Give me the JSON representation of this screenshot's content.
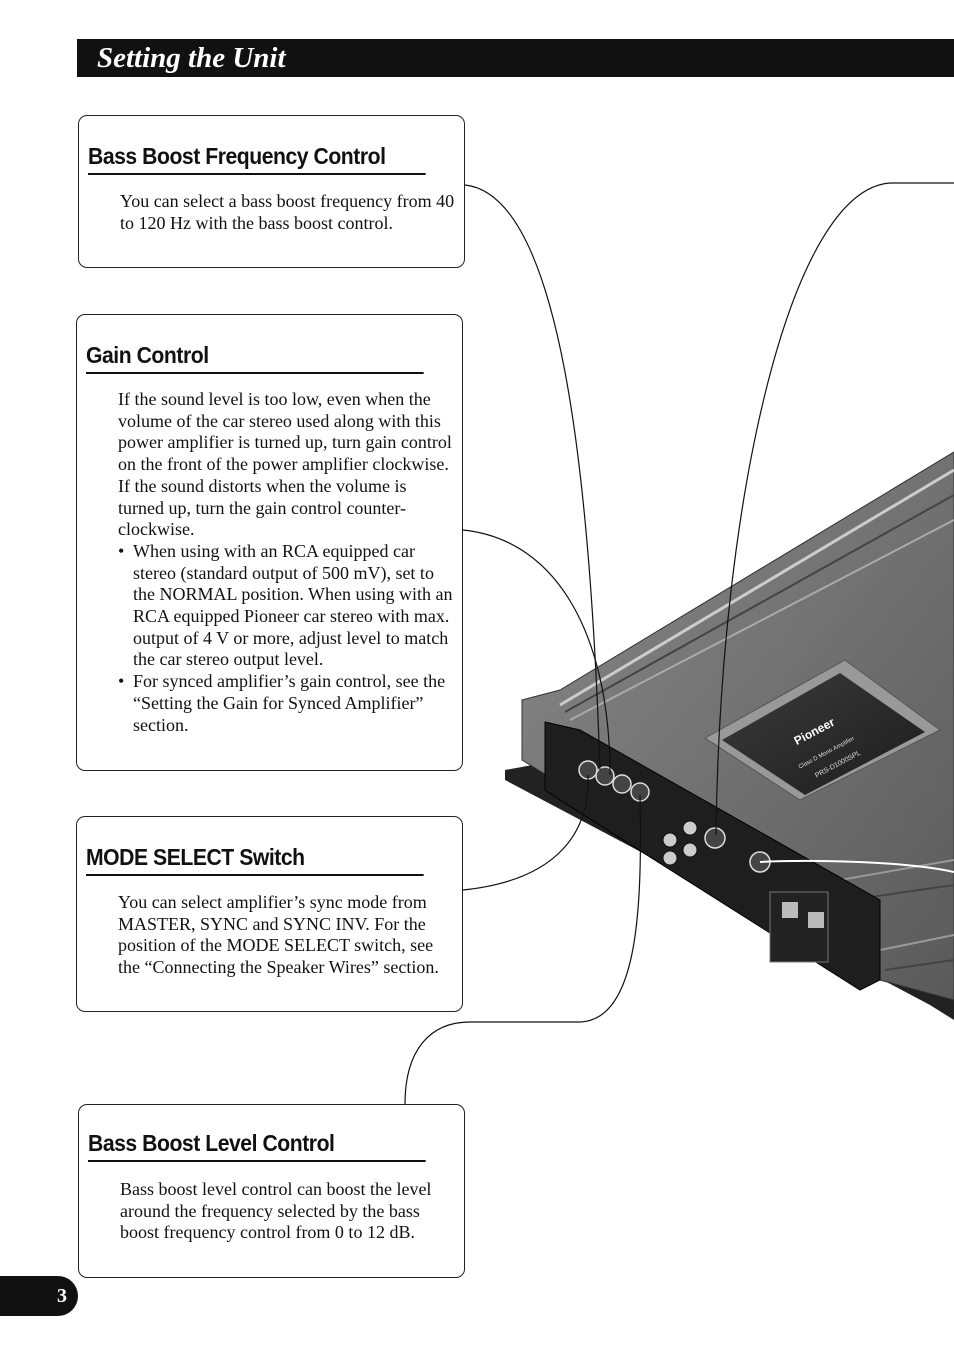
{
  "header": {
    "title": "Setting the Unit"
  },
  "sections": [
    {
      "title": "Bass Boost Frequency Control",
      "paragraph": "You can select a bass boost frequency from 40 to 120 Hz with the bass boost control."
    },
    {
      "title": "Gain Control",
      "paragraph": "If the sound level is too low, even when the volume of the car stereo used along with this power amplifier is turned up, turn gain control on the front of the power amplifier clockwise. If the sound distorts when the volume is turned up, turn the gain control counter-clockwise.",
      "bullets": [
        "When using with an RCA equipped car stereo (standard output of 500 mV), set to the NORMAL position. When using with an RCA equipped Pioneer car stereo with max. output of 4 V or more, adjust level to match the car stereo output level.",
        "For synced amplifier’s gain control, see the “Setting the Gain for Synced Amplifier” section."
      ]
    },
    {
      "title": "MODE SELECT Switch",
      "paragraph": "You can select amplifier’s sync mode from MASTER, SYNC and SYNC INV. For the position of the MODE SELECT switch, see the “Connecting the Speaker Wires” section."
    },
    {
      "title": "Bass Boost Level Control",
      "paragraph": "Bass boost level control can boost the level around the frequency selected by the bass boost frequency control from 0 to 12 dB."
    }
  ],
  "amplifier": {
    "brand": "Pioneer",
    "subtitle": "Class D Mono Amplifier",
    "model": "PRS-D1000SPL"
  },
  "page_number": "3"
}
